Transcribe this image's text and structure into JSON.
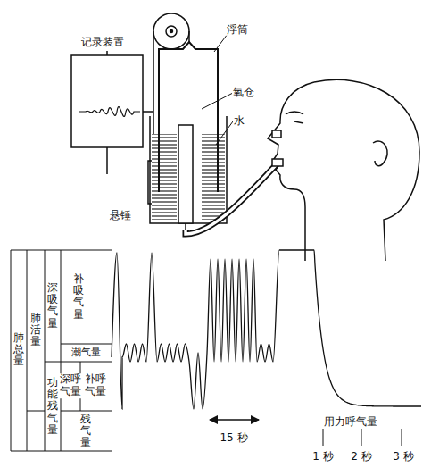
{
  "diagram": {
    "labels": [
      "记录装置",
      "浮筒",
      "氧仓",
      "水",
      "悬锤",
      "肺总量",
      "肺活量",
      "深吸气量",
      "补吸气量",
      "潮气量",
      "深呼气量",
      "补呼气量",
      "功能残气量",
      "残气量",
      "15 秒",
      "用力呼气量",
      "1 秒",
      "2 秒",
      "3 秒"
    ]
  }
}
